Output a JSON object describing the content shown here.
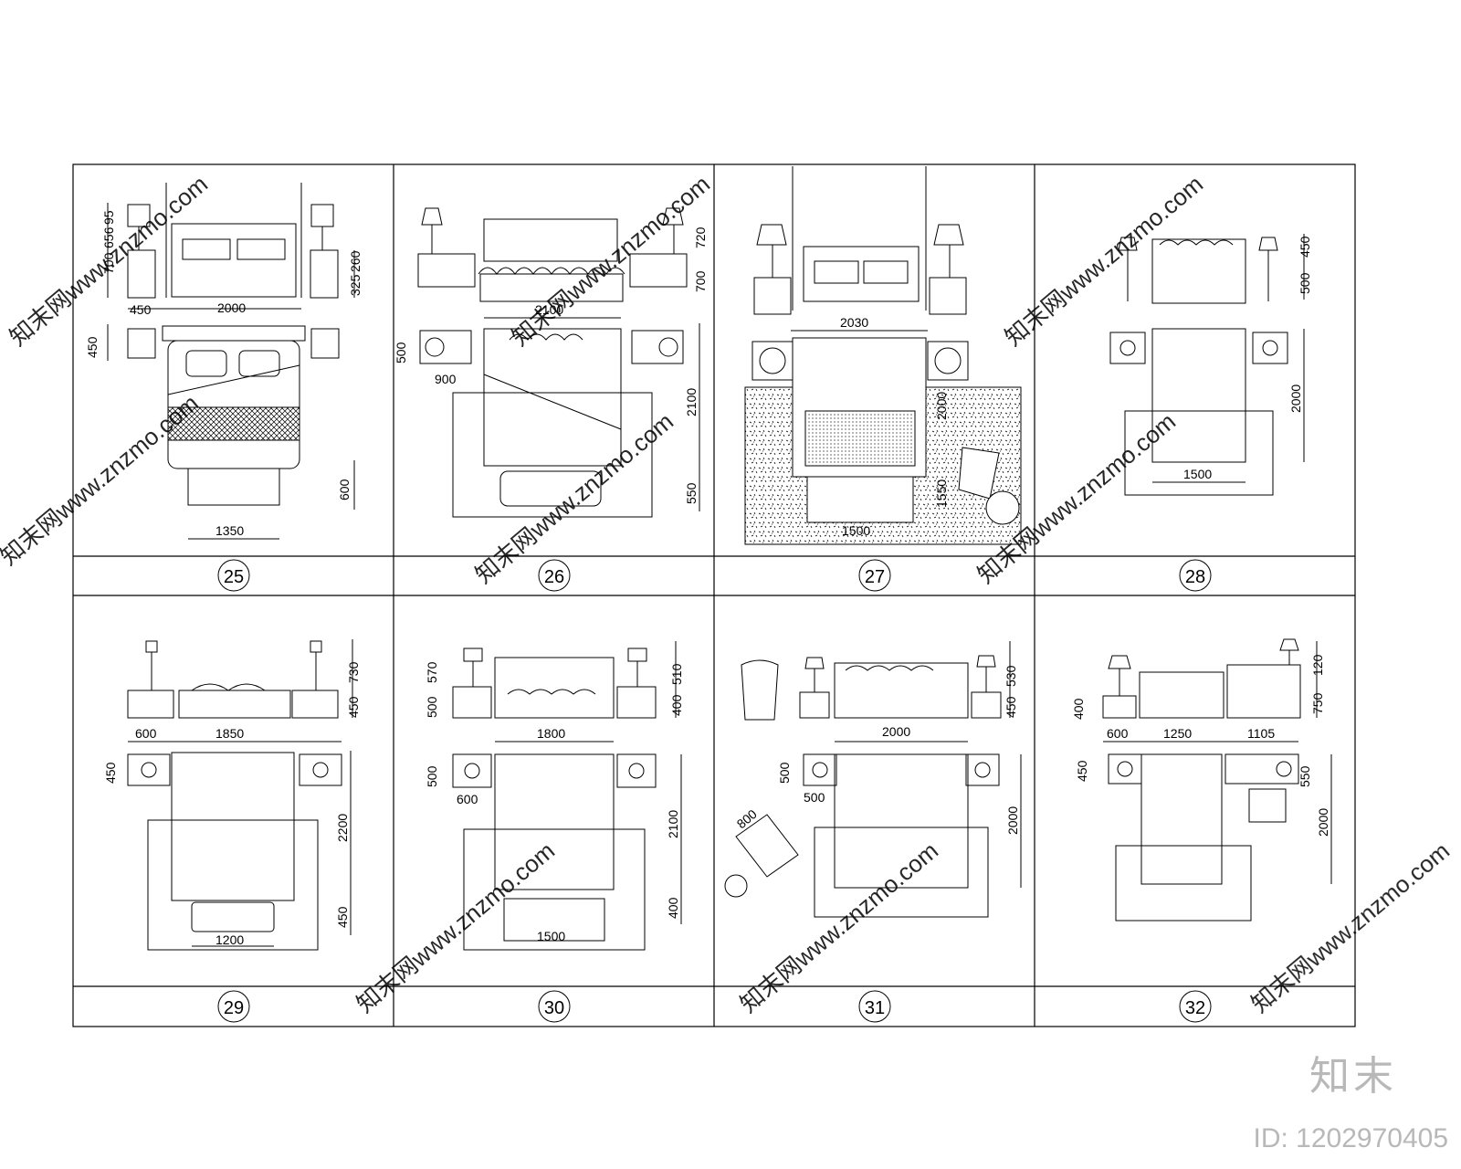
{
  "watermark": {
    "brand": "知末",
    "image_id": "ID: 1202970405",
    "tile_text": "知末网www.znzmo.com"
  },
  "panels": [
    {
      "number": "25",
      "dims": [
        "700",
        "656",
        "95",
        "325",
        "260",
        "450",
        "2000",
        "450",
        "600",
        "1350"
      ]
    },
    {
      "number": "26",
      "dims": [
        "720",
        "700",
        "2100",
        "500",
        "900",
        "2100",
        "550"
      ]
    },
    {
      "number": "27",
      "dims": [
        "2030",
        "2000",
        "1550",
        "1500"
      ]
    },
    {
      "number": "28",
      "dims": [
        "450",
        "500",
        "2000",
        "1500"
      ]
    },
    {
      "number": "29",
      "dims": [
        "730",
        "450",
        "600",
        "1850",
        "450",
        "2200",
        "450",
        "1200"
      ]
    },
    {
      "number": "30",
      "dims": [
        "570",
        "500",
        "510",
        "400",
        "1800",
        "500",
        "600",
        "2100",
        "400",
        "1500"
      ]
    },
    {
      "number": "31",
      "dims": [
        "530",
        "450",
        "2000",
        "500",
        "500",
        "800",
        "2000"
      ]
    },
    {
      "number": "32",
      "dims": [
        "120",
        "750",
        "400",
        "600",
        "1250",
        "1105",
        "450",
        "550",
        "2000"
      ]
    }
  ]
}
